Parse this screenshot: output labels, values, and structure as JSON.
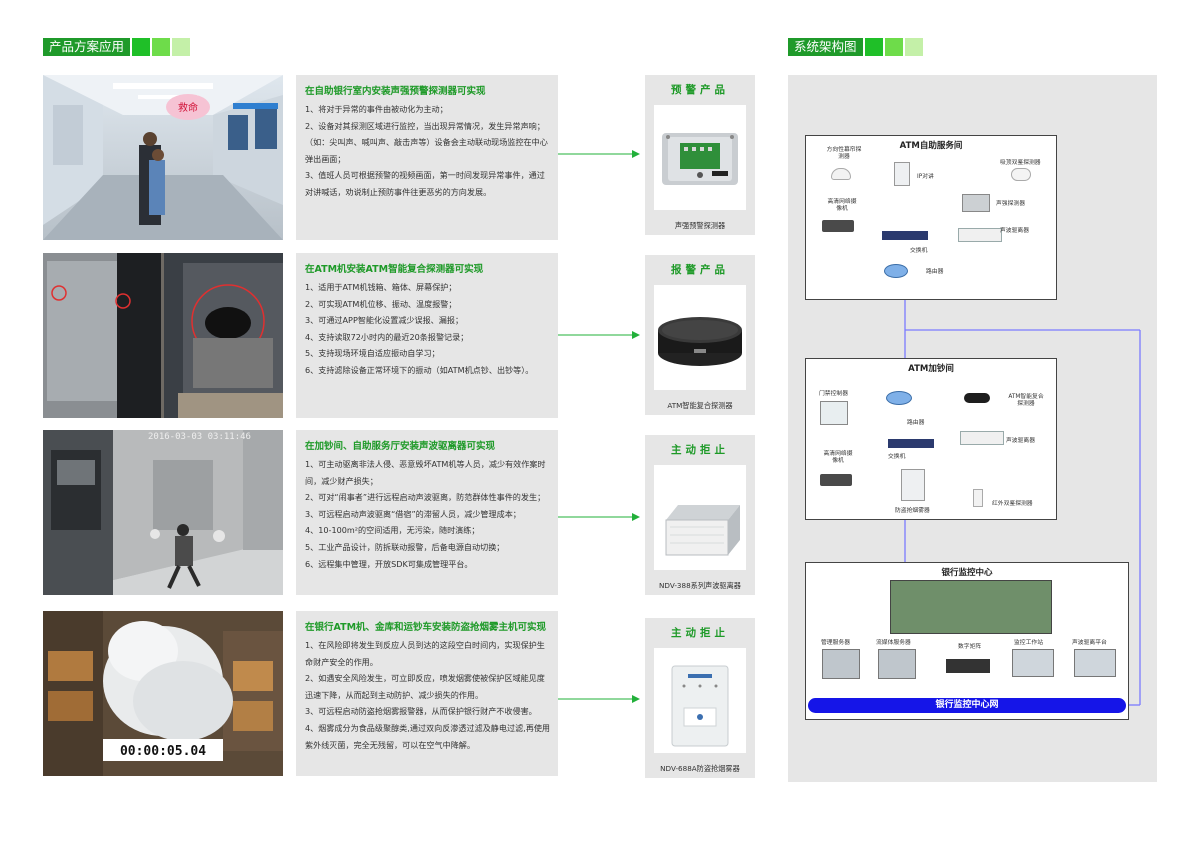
{
  "sections": {
    "left_title": "产品方案应用",
    "right_title": "系统架构图",
    "accent": "#1f9a2a"
  },
  "cases": [
    {
      "title": "在自助银行室内安装声强预警探测器可实现",
      "lines": [
        "1、将对于异常的事件由被动化为主动；",
        "2、设备对其探测区域进行监控，当出现异常情况，发生异常声响；（如：尖叫声、喊叫声、敲击声等）设备会主动联动现场监控在中心弹出画面；",
        "3、值班人员可根据预警的视频画面，第一时间发现异常事件，通过对讲喊话，劝说制止预防事件往更恶劣的方向发展。"
      ],
      "photo_text": "救命",
      "product_label": "预警产品",
      "product_name": "声强预警探测器"
    },
    {
      "title": "在ATM机安装ATM智能复合探测器可实现",
      "lines": [
        "1、适用于ATM机钱箱、箱体、屏幕保护；",
        "2、可实现ATM机位移、振动、温度报警；",
        "3、可通过APP智能化设置减少误报、漏报；",
        "4、支持读取72小时内的最近20条报警记录；",
        "5、支持现场环境自适应振动自学习；",
        "6、支持滤除设备正常环境下的振动（如ATM机点钞、出钞等）。"
      ],
      "product_label": "报警产品",
      "product_name": "ATM智能复合探测器"
    },
    {
      "title": "在加钞间、自助服务厅安装声波驱离器可实现",
      "lines": [
        "1、可主动驱离非法人侵、恶意毁坏ATM机等人员，减少有效作案时间，减少财产损失；",
        "2、可对“闹事者”进行远程启动声波驱离，防范群体性事件的发生；",
        "3、可远程启动声波驱离“借宿”的滞留人员，减少管理成本；",
        "4、10-100m²的空间适用，无污染，随时演练；",
        "5、工业产品设计，防拆联动报警，后备电源自动切换；",
        "6、远程集中管理，开放SDK可集成管理平台。"
      ],
      "photo_text": "2016-03-03  03:11:46",
      "product_label": "主动拒止",
      "product_name": "NDV-388系列声波驱离器"
    },
    {
      "title": "在银行ATM机、金库和运钞车安装防盗抢烟雾主机可实现",
      "lines": [
        "1、在风险即将发生到反应人员到达的这段空白时间内，实现保护生命财产安全的作用。",
        "2、如遇安全风险发生，可立即反应，喷发烟雾使被保护区域能见度迅速下降，从而起到主动防护、减少损失的作用。",
        "3、可远程启动防盗抢烟雾报警器，从而保护银行财产不收侵害。",
        "4、烟雾成分为食品级聚醇类,通过双向反渗透过滤及静电过滤,再使用紫外线灭菌，完全无残留，可以在空气中降解。"
      ],
      "photo_text": "00:00:05.04",
      "product_label": "主动拒止",
      "product_name": "NDV-688A防盗抢烟雾器"
    }
  ],
  "architecture": {
    "atm_room": {
      "title": "ATM自助服务间",
      "labels": [
        "方向性幕帘探测器",
        "IP对讲",
        "吸顶双鉴探测器",
        "高清网络摄像机",
        "声强探测器",
        "交换机",
        "声波驱离器",
        "路由器"
      ]
    },
    "cash_room": {
      "title": "ATM加钞间",
      "labels": [
        "门禁控制器",
        "ATM智能复合探测器",
        "路由器",
        "高清网络摄像机",
        "交换机",
        "声波驱离器",
        "防盗抢烟雾器",
        "红外双鉴探测器"
      ]
    },
    "center": {
      "title": "银行监控中心",
      "labels": [
        "管理服务器",
        "流媒体服务器",
        "数字矩阵",
        "监控工作站",
        "声波驱离平台"
      ],
      "network": "银行监控中心网"
    }
  }
}
